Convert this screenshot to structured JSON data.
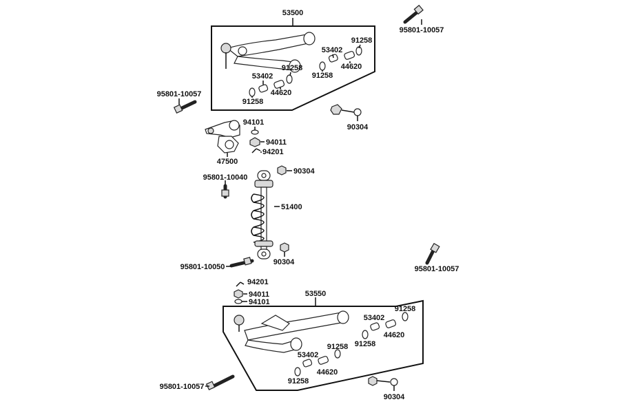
{
  "diagram": {
    "labels": {
      "upper_arm": "53500",
      "lower_arm": "53550",
      "knuckle": "47500",
      "shock": "51400",
      "bolt_top_right": "95801-10057",
      "bolt_upper_left": "95801-10057",
      "bolt_mid_right": "95801-10057",
      "bolt_bottom_left": "95801-10057",
      "bolt_shock_top": "95801-10040",
      "bolt_shock_bottom": "95801-10050",
      "nut_upper_right": "90304",
      "nut_shock_top": "90304",
      "nut_shock_bottom": "90304",
      "nut_lower_right": "90304",
      "u_bush_a": "91258",
      "u_bush_b": "91258",
      "u_bush_c": "91258",
      "u_bush_d": "91258",
      "u_collar_a": "53402",
      "u_collar_b": "53402",
      "u_sleeve_a": "44620",
      "u_sleeve_b": "44620",
      "washer_top": "94101",
      "castle_nut_top": "94011",
      "cotter_pin_top": "94201",
      "cotter_pin_bottom": "94201",
      "castle_nut_bottom": "94011",
      "washer_bottom": "94101",
      "l_bush_a": "91258",
      "l_bush_b": "91258",
      "l_bush_c": "91258",
      "l_bush_d": "91258",
      "l_collar_a": "53402",
      "l_collar_b": "53402",
      "l_sleeve_a": "44620",
      "l_sleeve_b": "44620"
    }
  }
}
